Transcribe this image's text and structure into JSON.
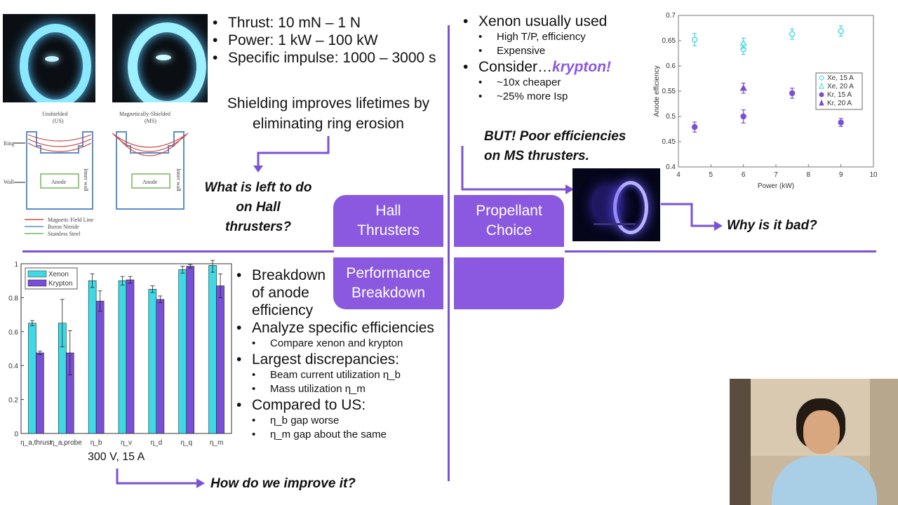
{
  "specs": [
    "Thrust: 10 mN – 1 N",
    "Power: 1 kW – 100 kW",
    "Specific impulse: 1000 – 3000 s"
  ],
  "figure_labels": {
    "unshielded": "Unshielded",
    "unshielded_abbr": "(US)",
    "shielded": "Magnetically-Shielded",
    "shielded_abbr": "(MS)",
    "ring": "Ring",
    "wall": "Wall",
    "anode": "Anode",
    "inner_wall": "Inner wall",
    "legend": [
      "Magnetic Field Line",
      "Boron Nitride",
      "Stainless Steel"
    ]
  },
  "shielding_text": "Shielding improves lifetimes by eliminating ring erosion",
  "left_question": "What is left to do on Hall thrusters?",
  "quadrants": {
    "tl": "Hall Thrusters",
    "tr": "Propellant Choice",
    "bl": "Performance Breakdown",
    "br": ""
  },
  "propellant": {
    "main1": "Xenon usually used",
    "sub1": [
      "High T/P, efficiency",
      "Expensive"
    ],
    "main2_prefix": "Consider…",
    "main2_emph": "krypton!",
    "sub2": [
      "~10x cheaper",
      "~25% more Isp"
    ]
  },
  "but_text": "BUT! Poor efficiencies on MS thrusters.",
  "why_text": "Why is it bad?",
  "breakdown": {
    "items": [
      {
        "text": "Breakdown of anode efficiency",
        "subs": []
      },
      {
        "text": "Analyze specific efficiencies",
        "subs": [
          "Compare xenon and krypton"
        ]
      },
      {
        "text": "Largest discrepancies:",
        "subs": [
          "Beam current utilization η_b",
          "Mass utilization η_m"
        ]
      },
      {
        "text": "Compared to US:",
        "subs": [
          "η_b gap worse",
          "η_m gap about the same"
        ]
      }
    ]
  },
  "improve_text": "How do we improve it?",
  "bar_caption": "300 V, 15 A",
  "colors": {
    "accent": "#8a59e0",
    "xenon": "#3fd9e6",
    "krypton": "#7a4fd6"
  },
  "chart_data": [
    {
      "type": "scatter",
      "xlabel": "Power (kW)",
      "ylabel": "Anode efficiency",
      "xlim": [
        4,
        10
      ],
      "ylim": [
        0.4,
        0.7
      ],
      "xticks": [
        4,
        5,
        6,
        7,
        8,
        9,
        10
      ],
      "yticks": [
        0.4,
        0.45,
        0.5,
        0.55,
        0.6,
        0.65,
        0.7
      ],
      "legend_position": "right",
      "series": [
        {
          "name": "Xe, 15 A",
          "marker": "circle-open",
          "x": [
            4.5,
            6,
            7.5,
            9
          ],
          "y": [
            0.652,
            0.633,
            0.663,
            0.669
          ],
          "err": [
            0.012,
            0.01,
            0.01,
            0.01
          ]
        },
        {
          "name": "Xe, 20 A",
          "marker": "triangle-open",
          "x": [
            6
          ],
          "y": [
            0.645
          ],
          "err": [
            0.01
          ]
        },
        {
          "name": "Kr, 15 A",
          "marker": "circle-filled",
          "x": [
            4.5,
            6,
            7.5,
            9
          ],
          "y": [
            0.479,
            0.5,
            0.546,
            0.488
          ],
          "err": [
            0.01,
            0.013,
            0.01,
            0.008
          ]
        },
        {
          "name": "Kr, 20 A",
          "marker": "triangle-filled",
          "x": [
            6
          ],
          "y": [
            0.556
          ],
          "err": [
            0.01
          ]
        }
      ]
    },
    {
      "type": "bar",
      "categories": [
        "η_a,thrust",
        "η_a,probe",
        "η_b",
        "η_v",
        "η_d",
        "η_q",
        "η_m"
      ],
      "ylim": [
        0,
        1
      ],
      "yticks": [
        0,
        0.2,
        0.4,
        0.6,
        0.8,
        1
      ],
      "legend_position": "top-left",
      "series": [
        {
          "name": "Xenon",
          "values": [
            0.65,
            0.65,
            0.9,
            0.9,
            0.85,
            0.965,
            0.99
          ],
          "err": [
            0.015,
            0.14,
            0.04,
            0.025,
            0.02,
            0.02,
            0.04
          ]
        },
        {
          "name": "Krypton",
          "values": [
            0.475,
            0.475,
            0.78,
            0.905,
            0.79,
            0.985,
            0.87
          ],
          "err": [
            0.01,
            0.13,
            0.06,
            0.02,
            0.02,
            0.01,
            0.07
          ]
        }
      ]
    }
  ]
}
